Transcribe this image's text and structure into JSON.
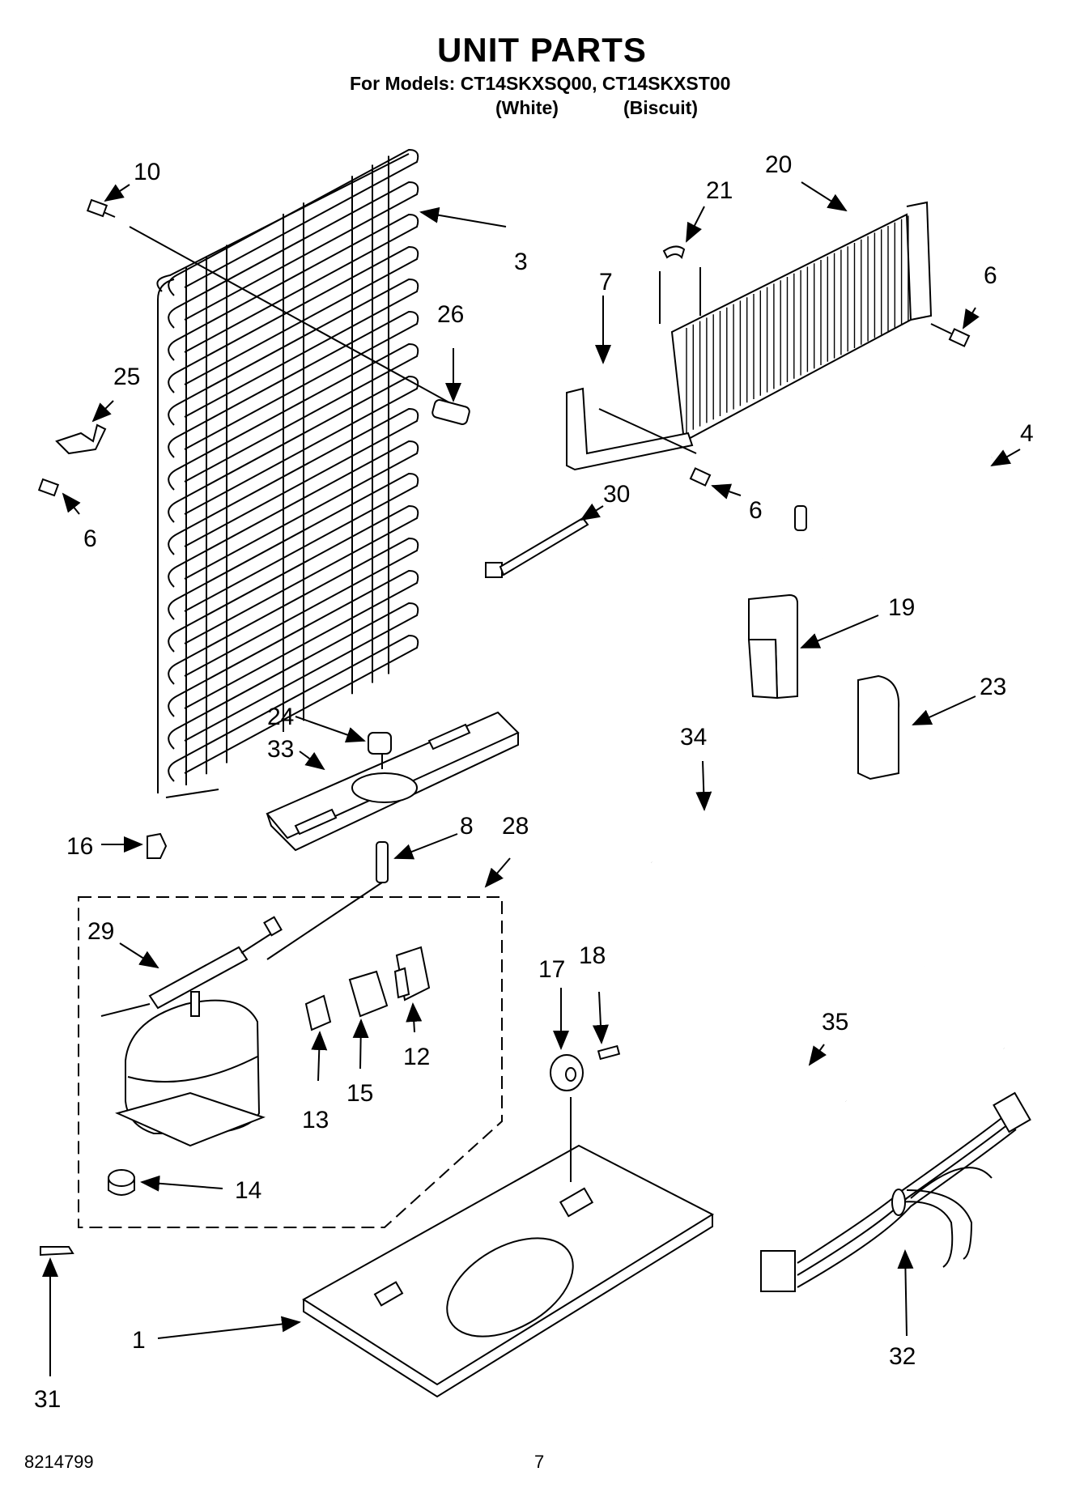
{
  "header": {
    "title": "UNIT PARTS",
    "models_line": "For Models: CT14SKXSQ00, CT14SKXST00",
    "variant_white": "(White)",
    "variant_biscuit": "(Biscuit)"
  },
  "footer": {
    "doc_number": "8214799",
    "page_number": "7"
  },
  "callouts": {
    "c1": "1",
    "c3": "3",
    "c4": "4",
    "c6a": "6",
    "c6b": "6",
    "c6c": "6",
    "c7": "7",
    "c8": "8",
    "c10": "10",
    "c12": "12",
    "c13": "13",
    "c14": "14",
    "c15": "15",
    "c16": "16",
    "c17": "17",
    "c18": "18",
    "c19": "19",
    "c20": "20",
    "c21": "21",
    "c23": "23",
    "c24": "24",
    "c25": "25",
    "c26": "26",
    "c28": "28",
    "c29": "29",
    "c30": "30",
    "c31": "31",
    "c32": "32",
    "c33": "33",
    "c34": "34",
    "c35": "35"
  }
}
